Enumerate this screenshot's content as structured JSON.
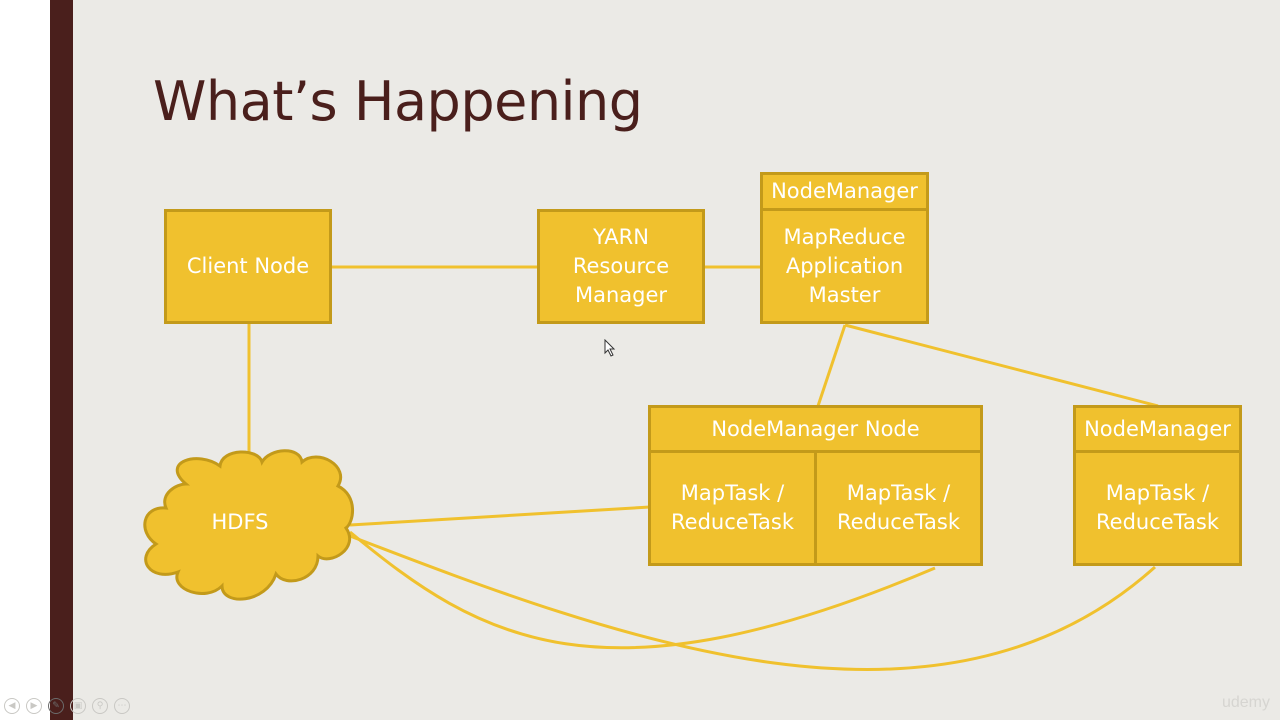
{
  "slide": {
    "title": "What’s Happening"
  },
  "diagram": {
    "client_node": "Client Node",
    "yarn_rm": "YARN\nResource\nManager",
    "app_master_header": "NodeManager",
    "app_master_body": "MapReduce\nApplication\nMaster",
    "nm_node_header": "NodeManager Node",
    "nm_node_task1": "MapTask /\nReduceTask",
    "nm_node_task2": "MapTask /\nReduceTask",
    "nm2_header": "NodeManager",
    "nm2_task": "MapTask /\nReduceTask",
    "hdfs": "HDFS"
  },
  "player": {
    "controls": [
      "prev-icon",
      "next-icon",
      "pen-icon",
      "slides-icon",
      "zoom-icon",
      "more-icon"
    ],
    "watermark": "udemy"
  },
  "colors": {
    "box_fill": "#f0c12e",
    "box_border": "#c39a1a",
    "accent_bar": "#4a1f1c",
    "background": "#ebeae6"
  }
}
